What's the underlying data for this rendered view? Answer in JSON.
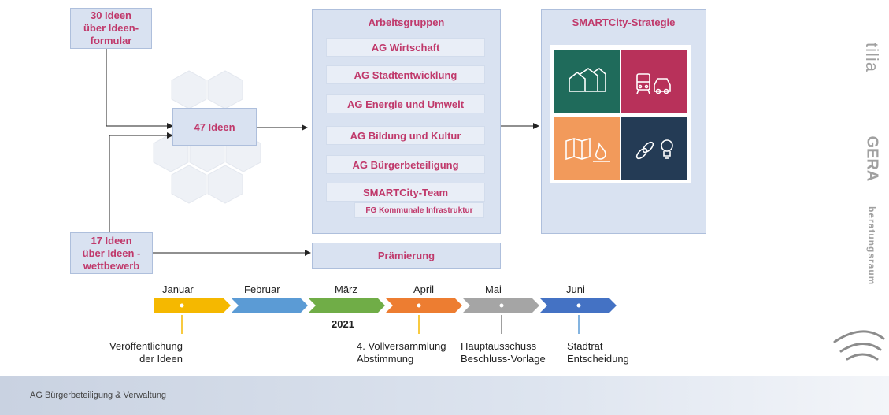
{
  "ideas_form": "30 Ideen\nüber Ideen-\nformular",
  "ideas_total": "47 Ideen",
  "ideas_competition": "17 Ideen\nüber Ideen -\nwettbewerb",
  "working_groups": {
    "title": "Arbeitsgruppen",
    "items": [
      "AG Wirtschaft",
      "AG Stadtentwicklung",
      "AG Energie und Umwelt",
      "AG Bildung und Kultur",
      "AG Bürgerbeteiligung",
      "SMARTCity-Team"
    ],
    "subteam": "FG Kommunale Infrastruktur"
  },
  "strategy": {
    "title": "SMARTCity-Strategie"
  },
  "award": "Prämierung",
  "timeline": {
    "year": "2021",
    "months": [
      {
        "label": "Januar",
        "color": "#f5b800"
      },
      {
        "label": "Februar",
        "color": "#5b9bd5"
      },
      {
        "label": "März",
        "color": "#70ad47"
      },
      {
        "label": "April",
        "color": "#ed7d31"
      },
      {
        "label": "Mai",
        "color": "#a5a5a5"
      },
      {
        "label": "Juni",
        "color": "#4472c4"
      }
    ],
    "events": [
      {
        "text": "Veröffentlichung\nder Ideen",
        "color": "#f5b800"
      },
      {
        "text": "4. Vollversammlung\nAbstimmung",
        "color": "#f5b800"
      },
      {
        "text": "Hauptausschuss\nBeschluss-Vorlage",
        "color": "#7f7f7f"
      },
      {
        "text": "Stadtrat\nEntscheidung",
        "color": "#5b9bd5"
      }
    ]
  },
  "logos": [
    "tilia",
    "GERA",
    "beratungsraum"
  ],
  "footer": "AG Bürgerbeteiligung & Verwaltung"
}
